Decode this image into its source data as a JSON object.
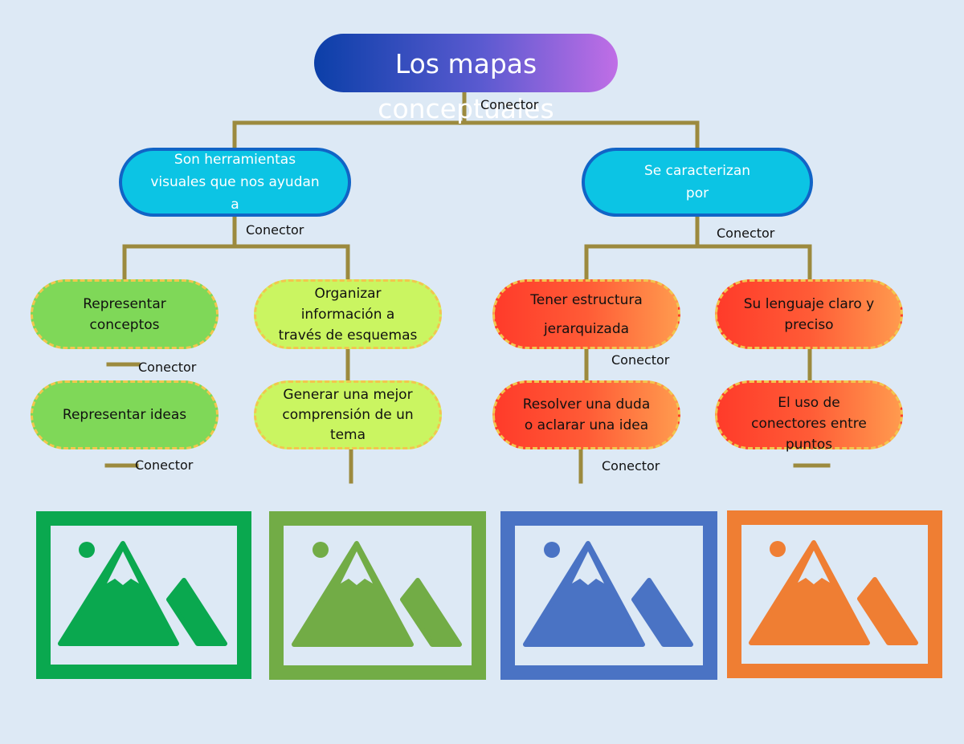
{
  "diagram": {
    "root": "Los mapas\nconceptuales",
    "branches": [
      "Son herramientas\nvisuales que nos ayudan\na",
      "Se caracterizan\npor"
    ],
    "leaves": [
      "Representar\nconceptos",
      "Organizar\ninformación a\ntravés de esquemas",
      "Tener estructura\n\njerarquizada",
      "Su lenguaje claro y\npreciso",
      "Representar ideas",
      "Generar una mejor\ncomprensión de un\ntema",
      "Resolver una duda\no aclarar una idea",
      "El uso de\nconectores entre\npuntos"
    ],
    "connector_label": "Conector",
    "image_icons": [
      "image-icon-green",
      "image-icon-olive",
      "image-icon-blue",
      "image-icon-orange"
    ]
  },
  "colors": {
    "background": "#dde9f5",
    "connector_line": "#9c8a3e",
    "branch_fill": "#0cc4e4",
    "branch_border": "#1164c6",
    "green_node": "#7fd858",
    "lime_node": "#caf561",
    "red_node": "#ff3b2a",
    "dashed_border": "#f2c64e",
    "image_green": "#0aa84f",
    "image_olive": "#72ac46",
    "image_blue": "#4a73c4",
    "image_orange": "#ef7e33"
  }
}
